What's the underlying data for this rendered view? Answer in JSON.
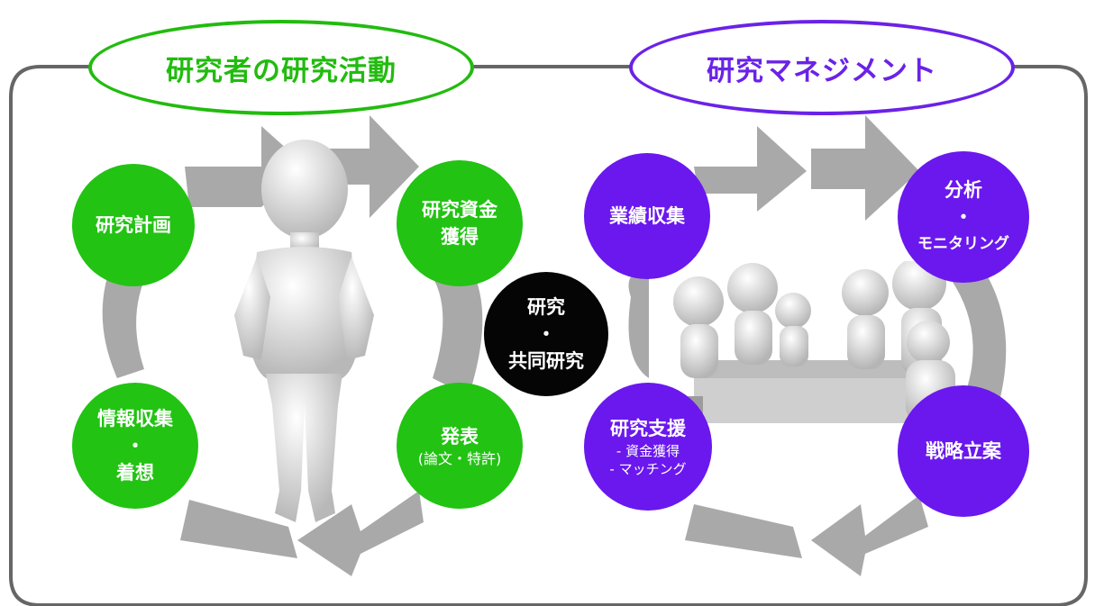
{
  "sections": {
    "left": {
      "title": "研究者の研究活動"
    },
    "right": {
      "title": "研究マネジメント"
    }
  },
  "left_cycle": {
    "plan": "研究計画",
    "funding": [
      "研究資金",
      "獲得"
    ],
    "publish": {
      "title": "発表",
      "sub": "(論文・特許)"
    },
    "info": [
      "情報収集",
      "・",
      "着想"
    ]
  },
  "center": [
    "研究",
    "・",
    "共同研究"
  ],
  "right_cycle": {
    "collect": "業績収集",
    "analysis": [
      "分析",
      "・",
      "モニタリング"
    ],
    "strategy": "戦略立案",
    "support": {
      "title": "研究支援",
      "items": [
        "- 資金獲得",
        "- マッチング"
      ]
    }
  },
  "colors": {
    "green": "#22c313",
    "purple": "#6a18ee",
    "black": "#050505",
    "arrow": "#a9a9a9",
    "frame": "#666666"
  }
}
